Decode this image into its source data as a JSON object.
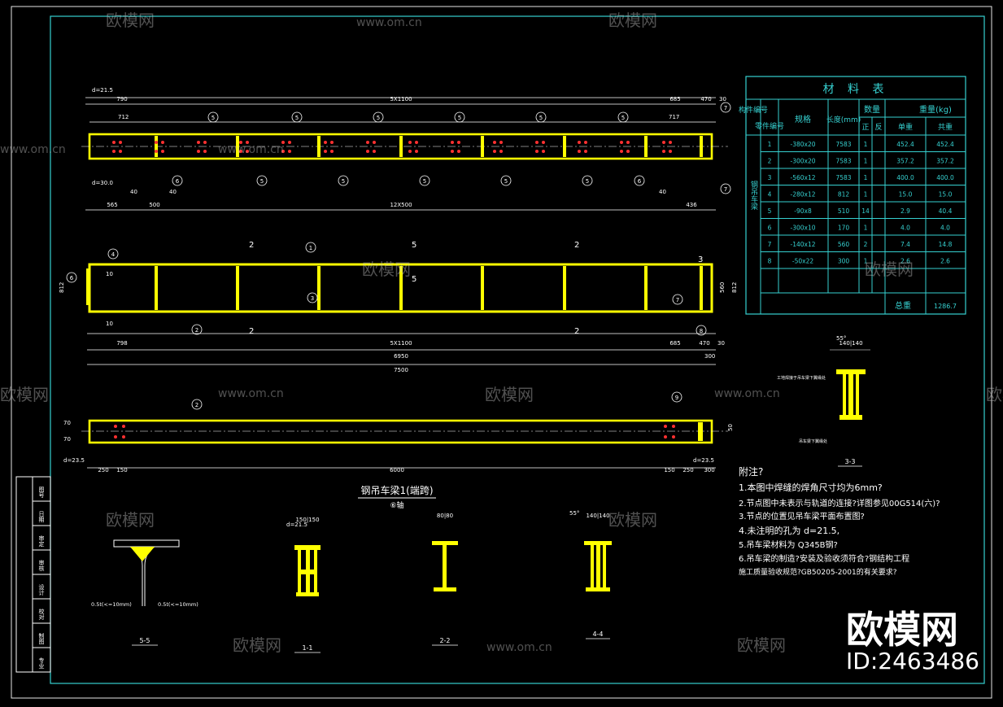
{
  "watermark": {
    "brand": "欧模网",
    "url": "www.om.cn",
    "big_brand": "欧模网",
    "id_label": "ID:2463486"
  },
  "material_table": {
    "title": "材 料 表",
    "headers": {
      "part_no": "构件编号",
      "piece_no": "零件编号",
      "spec": "规格",
      "length": "长度(mm)",
      "qty": "数量",
      "qty_pos": "正",
      "qty_neg": "反",
      "weight": "重量(kg)",
      "unit_wt": "单重",
      "total_wt": "共重"
    },
    "group_label": "钢吊车梁",
    "rows": [
      {
        "no": "1",
        "spec": "-380x20",
        "len": "7583",
        "qty": "1",
        "unit": "452.4",
        "total": "452.4"
      },
      {
        "no": "2",
        "spec": "-300x20",
        "len": "7583",
        "qty": "1",
        "unit": "357.2",
        "total": "357.2"
      },
      {
        "no": "3",
        "spec": "-560x12",
        "len": "7583",
        "qty": "1",
        "unit": "400.0",
        "total": "400.0"
      },
      {
        "no": "4",
        "spec": "-280x12",
        "len": "812",
        "qty": "1",
        "unit": "15.0",
        "total": "15.0"
      },
      {
        "no": "5",
        "spec": "-90x8",
        "len": "510",
        "qty": "14",
        "unit": "2.9",
        "total": "40.4"
      },
      {
        "no": "6",
        "spec": "-300x10",
        "len": "170",
        "qty": "1",
        "unit": "4.0",
        "total": "4.0"
      },
      {
        "no": "7",
        "spec": "-140x12",
        "len": "560",
        "qty": "2",
        "unit": "7.4",
        "total": "14.8"
      },
      {
        "no": "8",
        "spec": "-50x22",
        "len": "300",
        "qty": "1",
        "unit": "2.6",
        "total": "2.6"
      }
    ],
    "total_label": "总重",
    "total_value": "1286.7"
  },
  "dims": {
    "top_spacing": "5X1100",
    "top_left": "790",
    "top_right": "685",
    "top_r2": "470",
    "top_r3": "30",
    "hole_top": "d=21.5",
    "hole_bottom": "d=30.0",
    "p712": "712",
    "p717": "717",
    "bolt_spacing": "12X500",
    "b565": "565",
    "b500": "500",
    "b436": "436",
    "b40": "40",
    "elev_spacing": "5X1100",
    "elev_left": "798",
    "elev_right": "685",
    "elev_470": "470",
    "elev_30": "30",
    "elev_6950": "6950",
    "elev_7500": "7500",
    "elev_300": "300",
    "e10": "10",
    "e812": "812",
    "e560": "560",
    "bot_hole_left": "d=23.5",
    "bot_hole_right": "d=23.5",
    "bot_6000": "6000",
    "bot_250": "250",
    "bot_150": "150",
    "bot_300": "300",
    "bot_70": "70",
    "bot_50": "50"
  },
  "section_marks": {
    "m2": "2",
    "m5": "5",
    "m3": "3",
    "m4": "4"
  },
  "balloons": [
    "1",
    "2",
    "3",
    "4",
    "5",
    "6",
    "7",
    "8",
    "9"
  ],
  "title_block": {
    "beam_title": "钢吊车梁1(端跨)",
    "beam_sub": "⑥轴",
    "labels": [
      "图号",
      "日期",
      "审定",
      "审核",
      "设计",
      "校对",
      "制图",
      "专业"
    ]
  },
  "sections": {
    "s55": "5-5",
    "s11": "1-1",
    "s22": "2-2",
    "s44": "4-4",
    "s33": "3-3",
    "s55_left": "0.5t(<=10mm)",
    "s55_right": "0.5t(<=10mm)",
    "s11_hole": "d=21.5",
    "s11_w": "150|150",
    "s22_w": "80|80",
    "s44_w": "140|140",
    "s33_w": "140|140",
    "s33_angle": "55°",
    "s44_angle": "55°",
    "s33_note1": "工地焊接于吊车梁下翼缘处",
    "s33_note2": "吊车梁下翼缘处"
  },
  "notes": {
    "title": "附注?",
    "items": [
      "1.本图中焊缝的焊角尺寸均为6mm?",
      "2.节点图中未表示与轨道的连接?详图参见00G514(六)?",
      "3.节点的位置见吊车梁平面布置图?",
      "4.未注明的孔为 d=21.5,",
      "5.吊车梁材料为 Q345B钢?",
      "6.吊车梁的制造?安装及验收须符合?钢结构工程",
      "施工质量验收规范?GB50205-2001的有关要求?"
    ]
  }
}
